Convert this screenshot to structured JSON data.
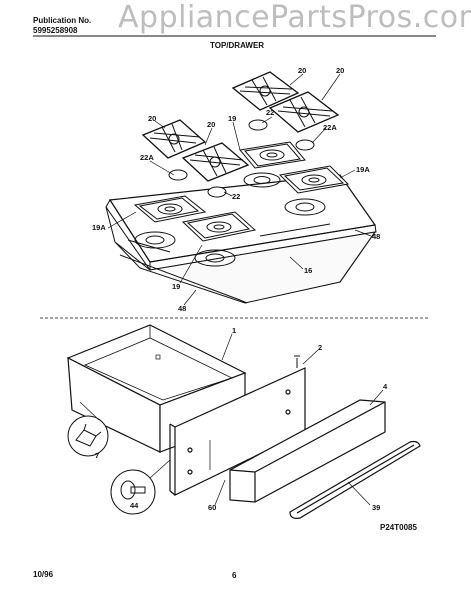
{
  "header": {
    "publication_label": "Publication No.",
    "publication_number": "5995258908",
    "watermark": "AppliancePartsPros.com",
    "section_title": "TOP/DRAWER"
  },
  "callouts": {
    "grate_a": "20",
    "grate_b": "20",
    "grate_c": "20",
    "grate_d": "20",
    "cap_22_top": "22",
    "cap_22_mid": "22",
    "bowl_19_top": "19",
    "bowl_19_bottom": "19",
    "label_22a_right": "22A",
    "label_22a_left": "22A",
    "label_19a_right": "19A",
    "label_19a_left": "19A",
    "label_48_right": "48",
    "label_48_bottom": "48",
    "label_16": "16",
    "drawer_1": "1",
    "drawer_2": "2",
    "drawer_4": "4",
    "drawer_7": "7",
    "drawer_44": "44",
    "drawer_60": "60",
    "drawer_39": "39"
  },
  "footer": {
    "diagram_code": "P24T0085",
    "date": "10/96",
    "page": "6"
  }
}
